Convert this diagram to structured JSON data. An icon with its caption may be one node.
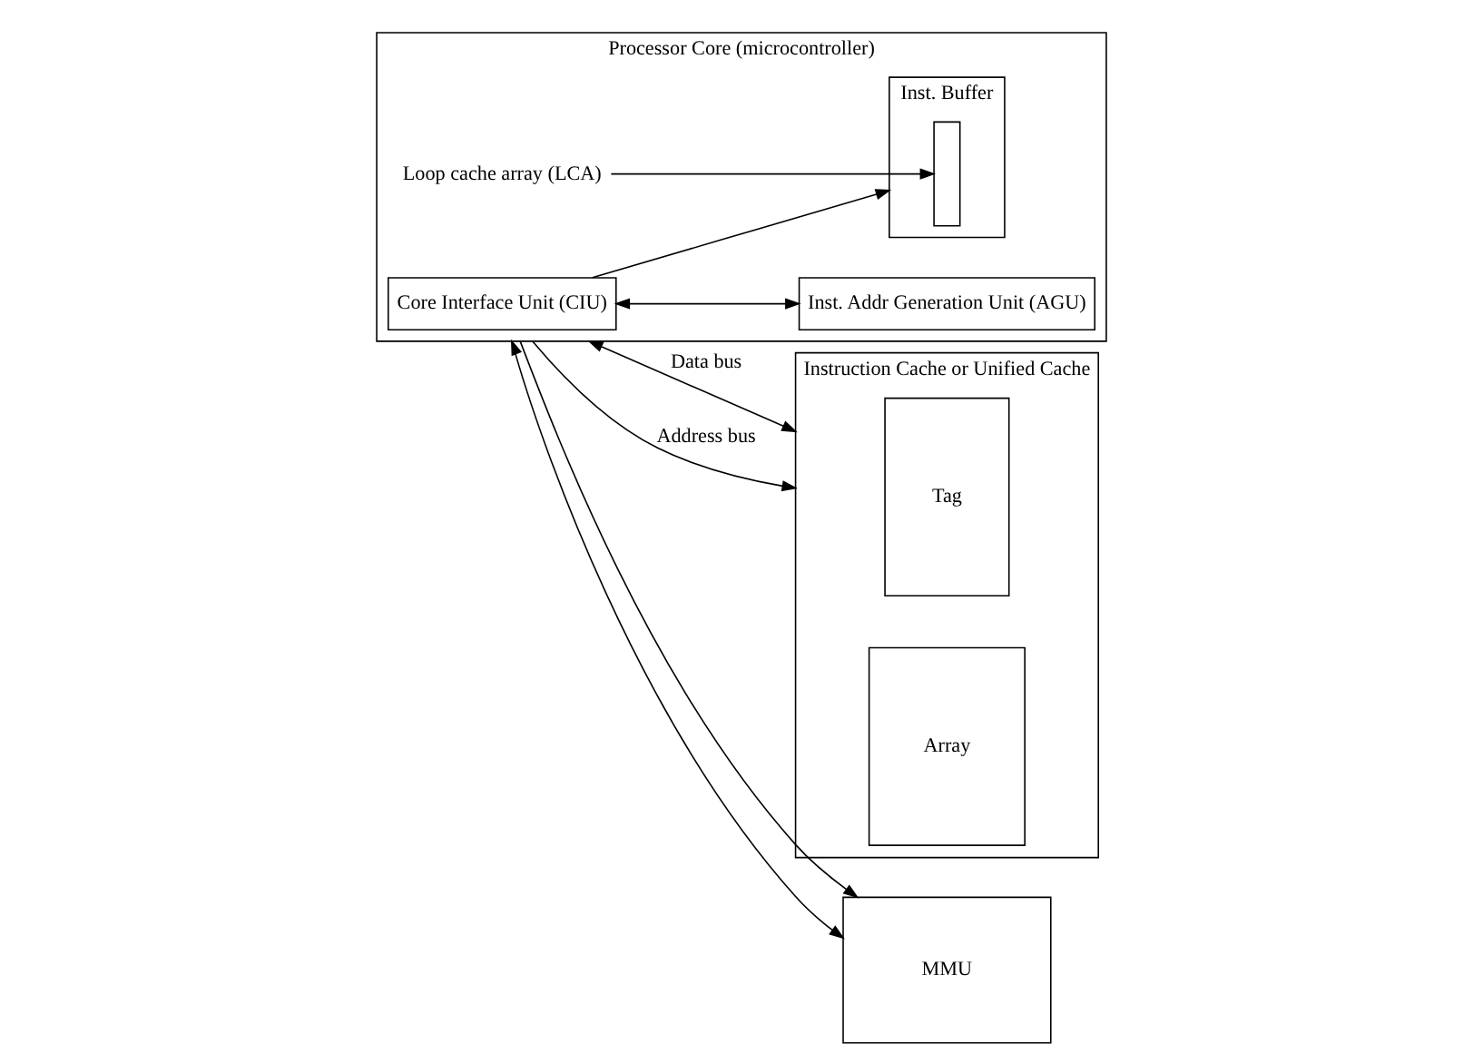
{
  "diagram": {
    "nodes": [
      {
        "text": [
          "Instruction Cache or Unified Cache"
        ]
      },
      {
        "text": [
          "Tag"
        ],
        "in": 0
      },
      {
        "text": [
          "Array"
        ],
        "in": 0
      },
      {
        "text": [
          "Processor Core (microcontroller)"
        ]
      },
      {
        "text": [
          "Inst. Buffer"
        ],
        "in": 3
      },
      {
        "text": [],
        "shape": "bar",
        "in": 4
      },
      {
        "text": [
          "Core Interface Unit (CIU)"
        ],
        "in": 3
      },
      {
        "text": [
          "Inst. Addr Generation Unit (AGU)"
        ],
        "in": 3
      },
      {
        "text": [
          "Loop cache array (LCA)"
        ],
        "in": 3
      },
      {
        "text": [
          "MMU"
        ]
      }
    ],
    "edges": [
      {
        "from": 6,
        "to": 4,
        "arrow": "to"
      },
      {
        "from": 6,
        "to": 7,
        "arrow": "both"
      },
      {
        "from": 8,
        "to": 5,
        "arrow": "to"
      },
      {
        "from": 3,
        "to": 0,
        "arrow": "both",
        "label": "Data bus"
      },
      {
        "from": 3,
        "to": 9,
        "arrow": "both"
      },
      {
        "from": 3,
        "to": 0,
        "arrow": "to",
        "label": "Address bus"
      },
      {
        "from": 3,
        "to": 9,
        "arrow": "to"
      }
    ]
  }
}
